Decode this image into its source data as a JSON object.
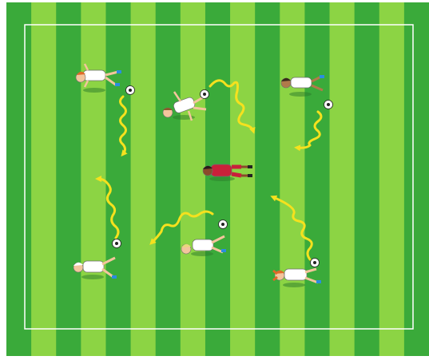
{
  "pitch": {
    "stripe_count": 17,
    "stripe_colors": [
      "#3aaa3a",
      "#8cd444"
    ],
    "line_color": "#ffffff"
  },
  "players": [
    {
      "id": "p1",
      "kit": "white",
      "hair": "ginger",
      "ball": true
    },
    {
      "id": "p2",
      "kit": "white",
      "hair": "brown",
      "ball": true
    },
    {
      "id": "p3",
      "kit": "white",
      "hair": "dark",
      "ball": true
    },
    {
      "id": "p4",
      "kit": "white",
      "hair": "blonde",
      "ball": true
    },
    {
      "id": "p5",
      "kit": "white",
      "hair": "blonde",
      "ball": true
    },
    {
      "id": "p6",
      "kit": "white",
      "hair": "ginger-pigtails",
      "ball": true
    },
    {
      "id": "p7",
      "kit": "red",
      "hair": "dark",
      "ball": false
    }
  ],
  "dribble_arrows": {
    "count": 6,
    "color": "#f5e11e"
  }
}
